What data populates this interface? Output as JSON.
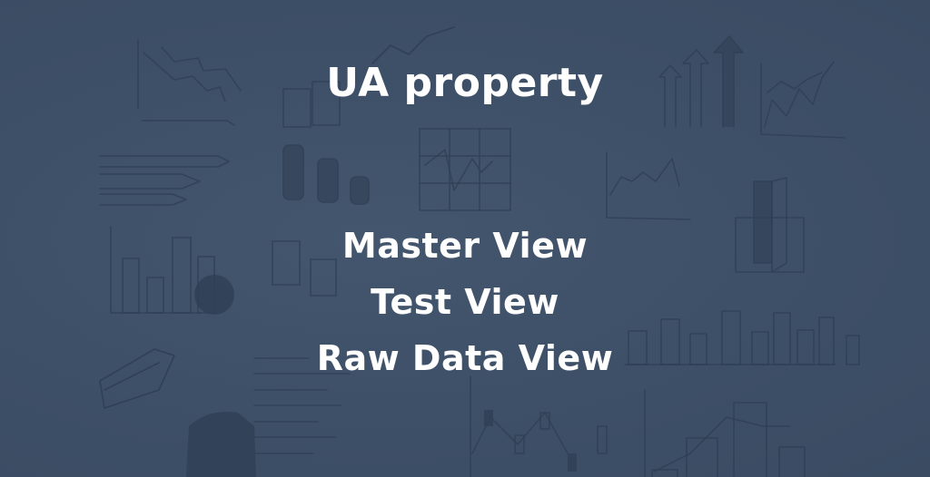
{
  "headline": "UA property",
  "views": [
    {
      "label": "Master View"
    },
    {
      "label": "Test View"
    },
    {
      "label": "Raw Data View"
    }
  ],
  "colors": {
    "background": "#3f526a",
    "text": "#ffffff",
    "sketch": "#2e3d52"
  },
  "background_illustration": "hand-drawn business charts sketch"
}
